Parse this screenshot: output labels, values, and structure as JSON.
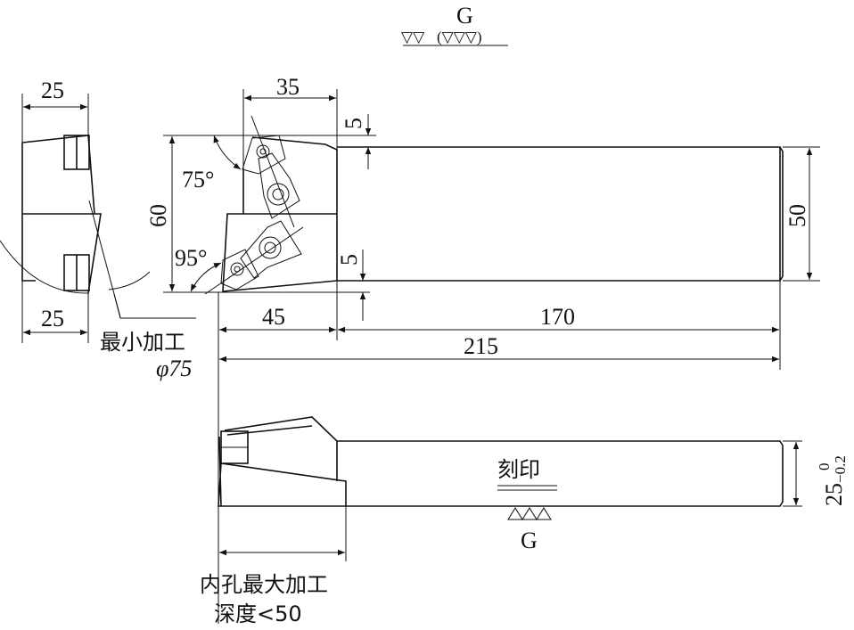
{
  "surface_symbol": {
    "label": "G",
    "left_marks": "▽▽",
    "paren_marks": "(▽▽▽)"
  },
  "side_view": {
    "dim_top": "25",
    "dim_bottom": "25",
    "note_line1": "最小加工",
    "note_line2": "φ75"
  },
  "top_view": {
    "dim_width_head": "35",
    "dim_height": "60",
    "dim_offset_top": "5",
    "dim_offset_bottom": "5",
    "angle_upper": "75°",
    "angle_lower": "95°",
    "dim_head_length": "45",
    "dim_shank_length": "170",
    "dim_total_length": "215",
    "dim_shank_height": "50"
  },
  "front_view": {
    "engraving_label": "刻印",
    "surface_label": "G",
    "dim_thickness": "25",
    "tol_upper": "0",
    "tol_lower": "−0.2",
    "note_line1": "内孔最大加工",
    "note_line2": "深度<50"
  }
}
